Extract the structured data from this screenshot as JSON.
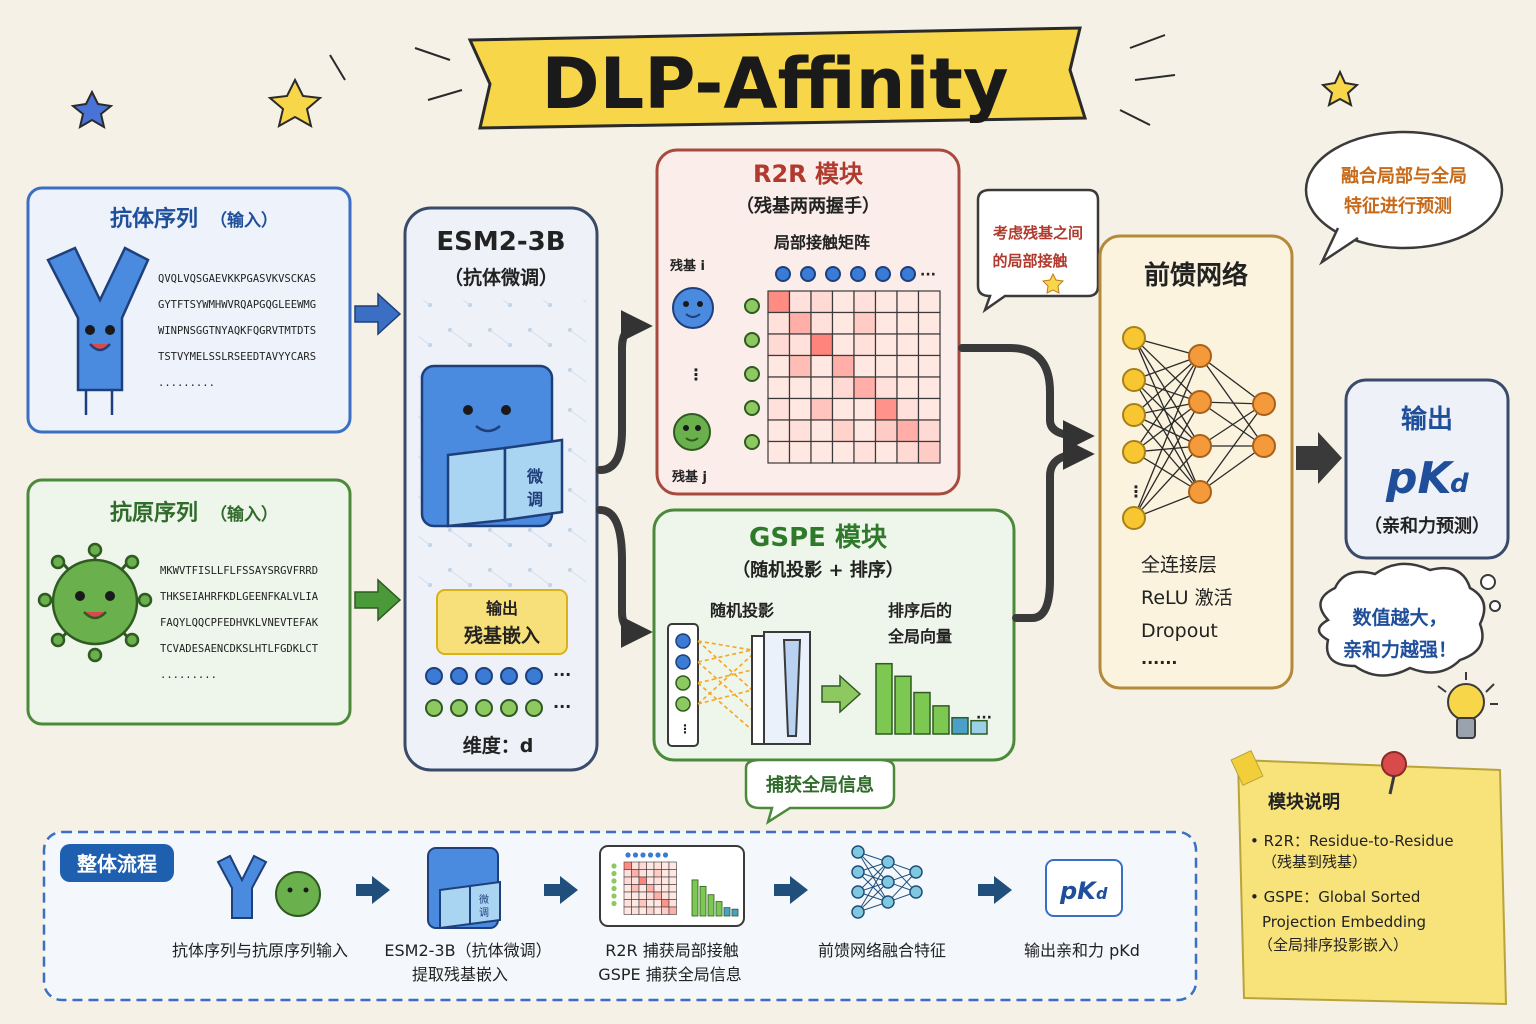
{
  "title": "DLP-Affinity",
  "antibody_panel": {
    "title": "抗体序列",
    "title_suffix": "（输入）",
    "sequence_lines": [
      "QVQLVQSGAEVKKPGASVKVSCKAS",
      "GYTFTSYWMHWVRQAPGQGLEEWMG",
      "WINPNSGGTNYAQKFQGRVTMTDTS",
      "TSTVYMELSSLRSEEDTAVYYCARS",
      "........."
    ]
  },
  "antigen_panel": {
    "title": "抗原序列",
    "title_suffix": "（输入）",
    "sequence_lines": [
      "MKWVTFISLLFLFSSAYSRGVFRRD",
      "THKSEIAHRFKDLGEENFKALVLIA",
      "FAQYLQQCPFEDHVKLVNEVTEFAK",
      "TCVADESAENCDKSLHTLFGDKLCT",
      "........."
    ]
  },
  "esm_panel": {
    "title": "ESM2-3B",
    "subtitle": "（抗体微调）",
    "book_text_1": "微",
    "book_text_2": "调",
    "output_label_1": "输出",
    "output_label_2": "残基嵌入",
    "dimension_label": "维度：d"
  },
  "r2r_panel": {
    "title": "R2R 模块",
    "subtitle": "（残基两两握手）",
    "matrix_label": "局部接触矩阵",
    "residue_i": "残基 i",
    "residue_j": "残基 j",
    "heatmap_values": [
      [
        0.75,
        0.15,
        0.2,
        0.1,
        0.15,
        0.1,
        0.1,
        0.1
      ],
      [
        0.15,
        0.5,
        0.15,
        0.1,
        0.3,
        0.1,
        0.1,
        0.1
      ],
      [
        0.2,
        0.15,
        0.8,
        0.1,
        0.15,
        0.1,
        0.1,
        0.1
      ],
      [
        0.1,
        0.4,
        0.1,
        0.5,
        0.1,
        0.1,
        0.1,
        0.1
      ],
      [
        0.1,
        0.1,
        0.1,
        0.2,
        0.5,
        0.15,
        0.1,
        0.1
      ],
      [
        0.15,
        0.1,
        0.35,
        0.1,
        0.1,
        0.7,
        0.15,
        0.1
      ],
      [
        0.1,
        0.15,
        0.1,
        0.25,
        0.1,
        0.3,
        0.5,
        0.2
      ],
      [
        0.1,
        0.1,
        0.1,
        0.1,
        0.15,
        0.1,
        0.2,
        0.3
      ]
    ]
  },
  "r2r_bubble": {
    "line1": "考虑残基之间",
    "line2": "的局部接触"
  },
  "gspe_panel": {
    "title": "GSPE 模块",
    "subtitle": "（随机投影 + 排序）",
    "projection_label": "随机投影",
    "sorted_label_1": "排序后的",
    "sorted_label_2": "全局向量",
    "bar_values": [
      0.95,
      0.78,
      0.56,
      0.38,
      0.22,
      0.18
    ]
  },
  "gspe_bubble": {
    "text": "捕获全局信息"
  },
  "ffn_panel": {
    "title": "前馈网络",
    "items": [
      "全连接层",
      "ReLU 激活",
      "Dropout",
      "......"
    ]
  },
  "top_right_bubble": {
    "line1": "融合局部与全局",
    "line2": "特征进行预测"
  },
  "output_panel": {
    "title": "输出",
    "value_main": "pK",
    "value_sub": "d",
    "caption": "（亲和力预测）"
  },
  "tip_bubble": {
    "line1": "数值越大，",
    "line2": "亲和力越强！"
  },
  "workflow": {
    "badge": "整体流程",
    "steps": [
      {
        "line1": "抗体序列与抗原序列输入",
        "line2": ""
      },
      {
        "line1": "ESM2-3B（抗体微调）",
        "line2": "提取残基嵌入"
      },
      {
        "line1": "R2R 捕获局部接触",
        "line2": "GSPE 捕获全局信息"
      },
      {
        "line1": "前馈网络融合特征",
        "line2": ""
      },
      {
        "line1": "输出亲和力 pKd",
        "line2": ""
      }
    ],
    "mini_book_text_1": "微",
    "mini_book_text_2": "调",
    "mini_pkd_main": "pK",
    "mini_pkd_sub": "d"
  },
  "note": {
    "title": "模块说明",
    "items": [
      {
        "line1": "• R2R：Residue-to-Residue",
        "line2": "（残基到残基）",
        "line3": ""
      },
      {
        "line1": "• GSPE：Global Sorted",
        "line2": "Projection Embedding",
        "line3": "（全局排序投影嵌入）"
      }
    ]
  },
  "colors": {
    "blue": "#3a7bd5",
    "blue_dark": "#1f4f9a",
    "green": "#6ab04c",
    "green_dark": "#2f6b2a",
    "red": "#b03a2e",
    "yellow": "#f7d64a",
    "orange": "#f59a3a",
    "paper": "#f5f1e6"
  }
}
